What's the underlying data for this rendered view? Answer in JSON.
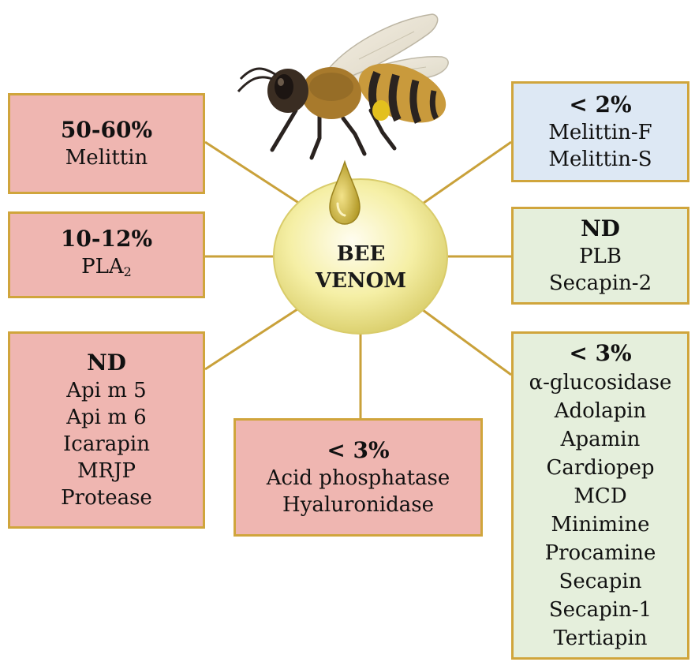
{
  "center": {
    "line1": "BEE",
    "line2": "VENOM"
  },
  "boxes": {
    "melittin": {
      "percent": "50-60%",
      "items": [
        "Melittin"
      ]
    },
    "pla2": {
      "percent": "10-12%",
      "label_main": "PLA",
      "label_sub": "2"
    },
    "nd_left": {
      "percent": "ND",
      "items": [
        "Api m 5",
        "Api m 6",
        "Icarapin",
        "MRJP",
        "Protease"
      ]
    },
    "center_bottom": {
      "percent": "< 3%",
      "items": [
        "Acid phosphatase",
        "Hyaluronidase"
      ]
    },
    "melittin_fs": {
      "percent": "< 2%",
      "items": [
        "Melittin-F",
        "Melittin-S"
      ]
    },
    "nd_right": {
      "percent": "ND",
      "items": [
        "PLB",
        "Secapin-2"
      ]
    },
    "green_three": {
      "percent": "< 3%",
      "items": [
        "α-glucosidase",
        "Adolapin",
        "Apamin",
        "Cardiopep",
        "MCD",
        "Minimine",
        "Procamine",
        "Secapin",
        "Secapin-1",
        "Tertiapin"
      ]
    }
  },
  "colors": {
    "red_box": "#efb6b1",
    "blue_box": "#dde8f4",
    "green_box": "#e5efdc",
    "border": "#d0a53c",
    "connector": "#c9a13a",
    "venom_sphere": "#f2ec9c"
  },
  "icons": {
    "bee": "bee-icon",
    "drop": "venom-drop-icon"
  }
}
